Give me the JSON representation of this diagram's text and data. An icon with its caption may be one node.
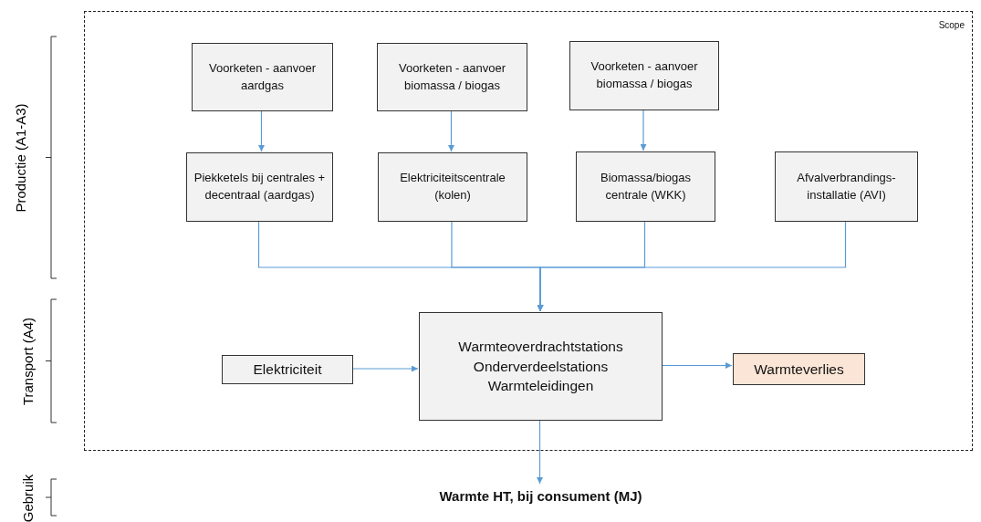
{
  "diagram": {
    "nodes": [
      {
        "text": [
          "Scope"
        ]
      },
      {
        "text": [
          "Voorketen - aanvoer aardgas"
        ],
        "in": 0
      },
      {
        "text": [
          "Voorketen - aanvoer biomassa / biogas"
        ],
        "in": 0
      },
      {
        "text": [
          "Voorketen - aanvoer biomassa / biogas"
        ],
        "in": 0
      },
      {
        "text": [
          "Piekketels bij centrales + decentraal (aardgas)"
        ],
        "in": 0
      },
      {
        "text": [
          "Elektriciteitscentrale (kolen)"
        ],
        "in": 0
      },
      {
        "text": [
          "Biomassa/biogas centrale (WKK)"
        ],
        "in": 0
      },
      {
        "text": [
          "Afvalverbrandings-installatie (AVI)"
        ],
        "in": 0
      },
      {
        "text": [
          "Elektriciteit"
        ],
        "in": 0
      },
      {
        "text": [
          "Warmteoverdrachtstations",
          "Onderverdeelstations",
          "Warmteleidingen"
        ],
        "in": 0
      },
      {
        "text": [
          "Warmteverlies"
        ],
        "in": 0
      },
      {
        "text": [
          "Warmte HT, bij consument (MJ)"
        ]
      }
    ],
    "edges": [
      {
        "from": 1,
        "to": 4,
        "arrow": "to"
      },
      {
        "from": 2,
        "to": 5,
        "arrow": "to"
      },
      {
        "from": 3,
        "to": 6,
        "arrow": "to"
      },
      {
        "from": 4,
        "to": 9,
        "arrow": "to"
      },
      {
        "from": 5,
        "to": 9,
        "arrow": "to"
      },
      {
        "from": 6,
        "to": 9,
        "arrow": "to"
      },
      {
        "from": 7,
        "to": 9,
        "arrow": "to"
      },
      {
        "from": 8,
        "to": 9,
        "arrow": "to"
      },
      {
        "from": 9,
        "to": 10,
        "arrow": "to"
      },
      {
        "from": 9,
        "to": 11,
        "arrow": "to"
      }
    ],
    "labels": [
      "Productie (A1-A3)",
      "Transport (A4)",
      "Gebruik"
    ]
  }
}
